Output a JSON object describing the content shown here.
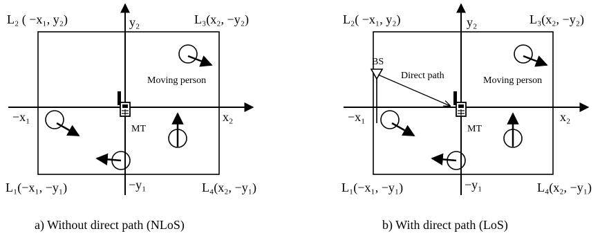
{
  "panel_a": {
    "corner_tl": "L₂ ( −x₁, y₂)",
    "corner_tr": "L₃(x₂, −y₂)",
    "corner_bl": "L₁(−x₁, −y₁)",
    "corner_br": "L₄(x₂, −y₁)",
    "axis_y_top": "y₂",
    "axis_y_bottom": "−y₁",
    "axis_x_left": "−x₁",
    "axis_x_right": "x₂",
    "moving_person": "Moving person",
    "mt": "MT",
    "caption": "a) Without direct path (NLoS)"
  },
  "panel_b": {
    "corner_tl": "L₂( −x₁, y₂)",
    "corner_tr": "L₃(x₂, −y₂)",
    "corner_bl": "L₁(−x₁, −y₁)",
    "corner_br": "L₄(x₂, −y₁)",
    "axis_y_top": "y₂",
    "axis_y_bottom": "−y₁",
    "axis_x_left": "−x₁",
    "axis_x_right": "x₂",
    "bs": "BS",
    "direct_path": "Direct path",
    "moving_person": "Moving person",
    "mt": "MT",
    "caption": "b) With direct path (LoS)"
  }
}
